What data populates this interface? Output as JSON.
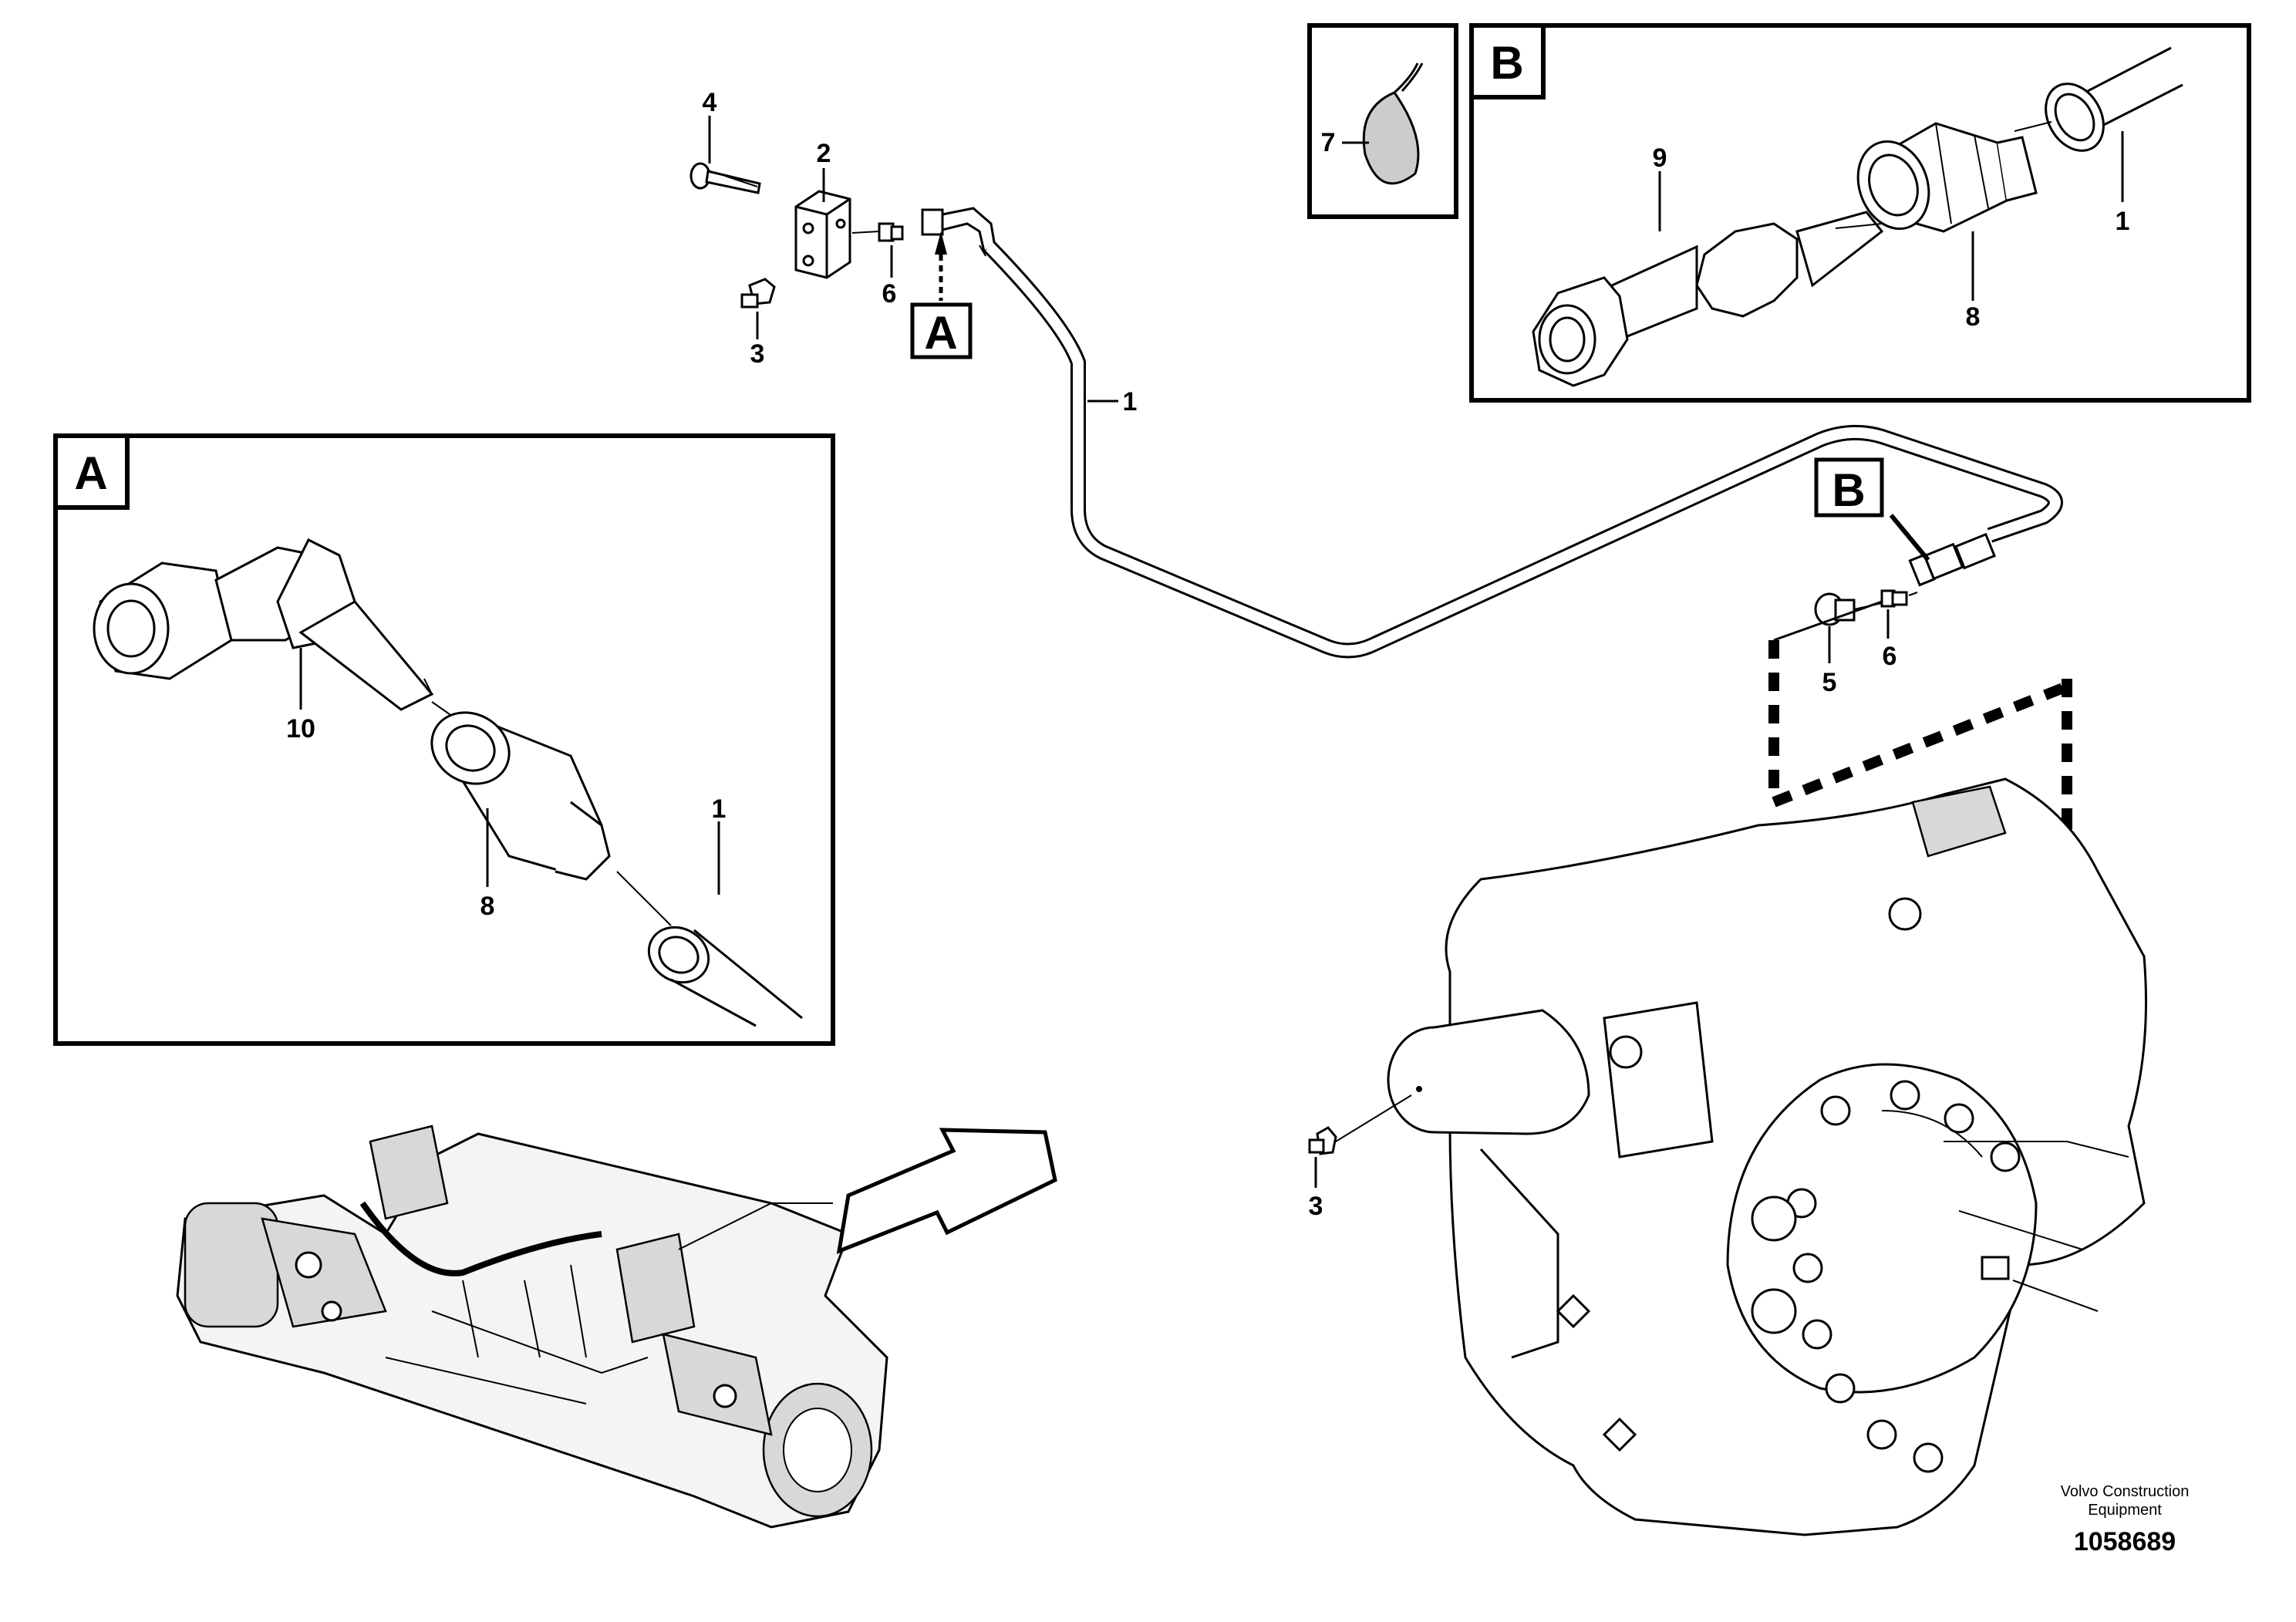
{
  "callouts": {
    "c1_main": "1",
    "c2": "2",
    "c3_top": "3",
    "c4": "4",
    "c6_top": "6",
    "c5": "5",
    "c6_mid": "6",
    "c3_bottom": "3",
    "a_c10": "10",
    "a_c8": "8",
    "a_c1": "1",
    "b_c9": "9",
    "b_c8": "8",
    "b_c1": "1",
    "c7": "7"
  },
  "detail_refs": {
    "a_pointer": "A",
    "b_pointer": "B",
    "a_box_title": "A",
    "b_box_title": "B"
  },
  "footer": {
    "brand_line1": "Volvo Construction",
    "brand_line2": "Equipment",
    "figure_number": "1058689"
  }
}
